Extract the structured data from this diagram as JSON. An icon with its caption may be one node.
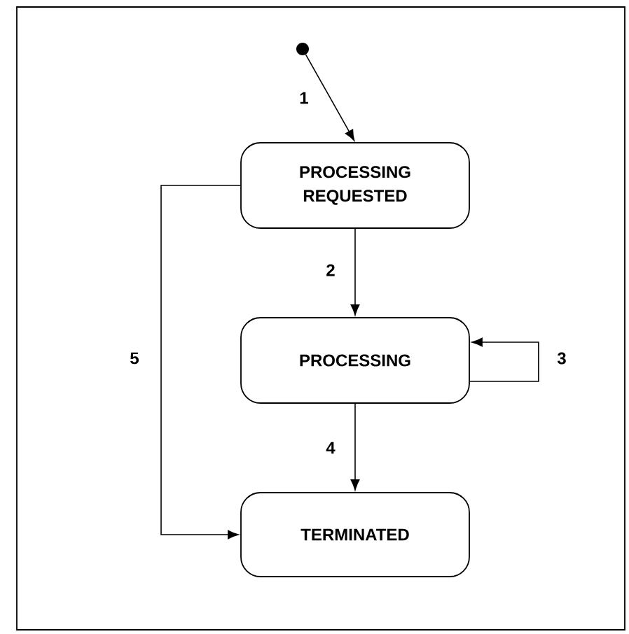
{
  "diagram": {
    "nodes": [
      {
        "text": [],
        "shape": "circle"
      },
      {
        "text": [
          "PROCESSING REQUESTED"
        ]
      },
      {
        "text": [
          "PROCESSING"
        ]
      },
      {
        "text": [
          "TERMINATED"
        ]
      }
    ],
    "edges": [
      {
        "from": 0,
        "to": 1,
        "arrow": "to",
        "label": "1"
      },
      {
        "from": 1,
        "to": 2,
        "arrow": "to",
        "label": "2"
      },
      {
        "from": 2,
        "to": 2,
        "arrow": "to",
        "label": "3"
      },
      {
        "from": 2,
        "to": 3,
        "arrow": "to",
        "label": "4"
      },
      {
        "from": 1,
        "to": 3,
        "arrow": "to",
        "label": "5"
      }
    ]
  }
}
